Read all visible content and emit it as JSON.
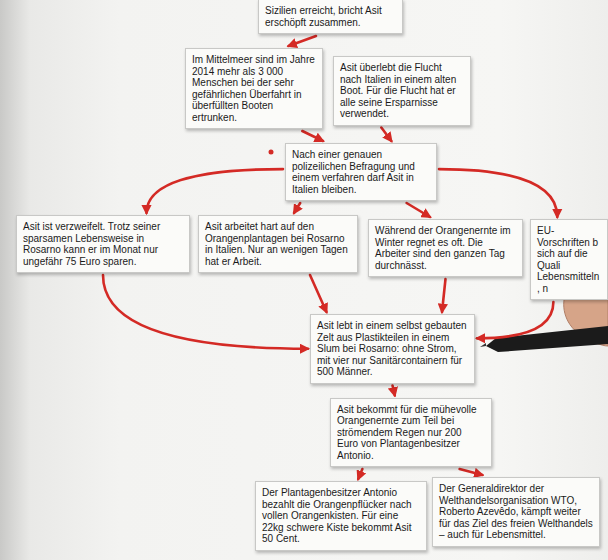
{
  "diagram": {
    "nodes": [
      {
        "text": [
          "Sizilien erreicht, bricht Asit erschöpft zusammen."
        ]
      },
      {
        "text": [
          "Im Mittelmeer sind im Jahre 2014 mehr als 3 000 Menschen bei der sehr gefährlichen Überfahrt in überfüllten Booten ertrunken."
        ]
      },
      {
        "text": [
          "Asit überlebt die Flucht nach Italien in einem alten Boot. Für die Flucht hat er alle seine Ersparnisse verwendet."
        ]
      },
      {
        "text": [
          "Nach einer genauen polizeilichen Befragung und einem verfahren darf Asit in Italien bleiben."
        ]
      },
      {
        "text": [
          "Asit ist verzweifelt. Trotz seiner sparsamen Lebensweise in Rosarno kann er im Monat nur ungefähr 75 Euro sparen."
        ]
      },
      {
        "text": [
          "Asit arbeitet hart auf den Orangenplantagen bei Rosarno in Italien. Nur an wenigen Tagen hat er Arbeit."
        ]
      },
      {
        "text": [
          "Während der Orangenernte im Winter regnet es oft. Die Arbeiter sind den ganzen Tag durchnässt."
        ]
      },
      {
        "text": [
          "EU-Vorschriften b sich auf die Quali Lebensmitteln, n"
        ]
      },
      {
        "text": [
          "Asit lebt in einem selbst gebauten Zelt aus Plastikteilen in einem Slum bei Rosarno: ohne Strom, mit vier nur Sanitärcontainern für 500 Männer."
        ]
      },
      {
        "text": [
          "Asit bekommt für die mühevolle Orangenernte zum Teil bei strömendem Regen nur 200 Euro von Plantagenbesitzer Antonio."
        ]
      },
      {
        "text": [
          "Der Plantagenbesitzer Antonio bezahlt die Orangenpflücker nach vollen Orangenkisten. Für eine 22kg schwere Kiste bekommt Asit 50 Cent."
        ]
      },
      {
        "text": [
          "Der Generaldirektor der Welthandelsorganisation WTO, Roberto Azevêdo, kämpft weiter für das Ziel des freien Welthandels – auch für Lebensmittel."
        ]
      }
    ],
    "edges": [
      {
        "from": 0,
        "to": 1,
        "arrow": "to"
      },
      {
        "from": 1,
        "to": 3,
        "arrow": "to"
      },
      {
        "from": 2,
        "to": 3,
        "arrow": "to"
      },
      {
        "from": 3,
        "to": 4,
        "arrow": "to"
      },
      {
        "from": 3,
        "to": 5,
        "arrow": "to"
      },
      {
        "from": 3,
        "to": 6,
        "arrow": "to"
      },
      {
        "from": 3,
        "to": 7,
        "arrow": "to"
      },
      {
        "from": 4,
        "to": 8,
        "arrow": "to"
      },
      {
        "from": 5,
        "to": 8,
        "arrow": "to"
      },
      {
        "from": 6,
        "to": 8,
        "arrow": "to"
      },
      {
        "from": 7,
        "to": 8,
        "arrow": "to"
      },
      {
        "from": 8,
        "to": 9,
        "arrow": "to"
      },
      {
        "from": 9,
        "to": 10,
        "arrow": "to"
      },
      {
        "from": 9,
        "to": 11,
        "arrow": "to"
      }
    ]
  }
}
